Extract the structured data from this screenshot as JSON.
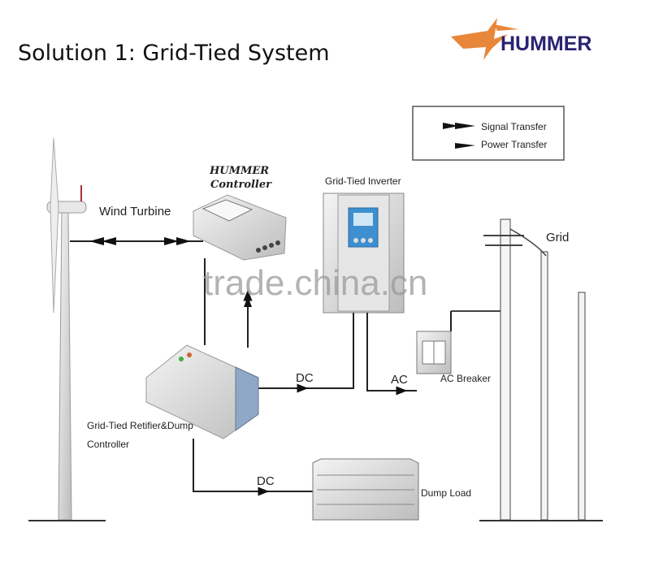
{
  "title": "Solution 1: Grid-Tied System",
  "logo": {
    "text": "HUMMER"
  },
  "legend": {
    "signal": "Signal Transfer",
    "power": "Power Transfer"
  },
  "labels": {
    "wind_turbine": "Wind Turbine",
    "controller_line1": "HUMMER",
    "controller_line2": "Controller",
    "inverter": "Grid-Tied Inverter",
    "grid": "Grid",
    "dc1": "DC",
    "ac": "AC",
    "ac_breaker": "AC Breaker",
    "rectifier_line1": "Grid-Tied Retifier&Dump",
    "rectifier_line2": "Controller",
    "dc2": "DC",
    "dump_load": "Dump Load"
  },
  "watermark": "trade.china.cn",
  "colors": {
    "logo_text": "#2a2370",
    "logo_bird": "#e8873a",
    "inverter_panel": "#3d8fd0"
  }
}
